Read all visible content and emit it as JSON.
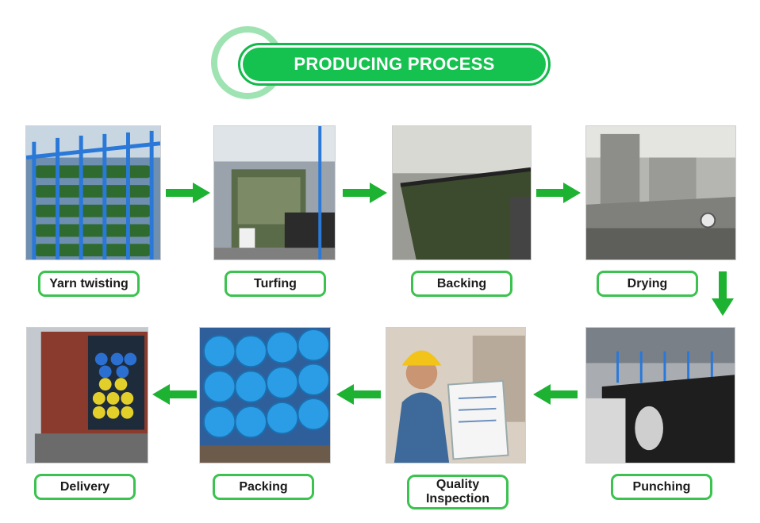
{
  "header": {
    "title": "PRODUCING PROCESS"
  },
  "steps": [
    {
      "label": "Yarn twisting"
    },
    {
      "label": "Turfing"
    },
    {
      "label": "Backing"
    },
    {
      "label": "Drying"
    },
    {
      "label": "Punching"
    },
    {
      "label": "Quality\nInspection"
    },
    {
      "label": "Packing"
    },
    {
      "label": "Delivery"
    }
  ],
  "colors": {
    "accent": "#16c24f",
    "arrow": "#1eb233",
    "label_border": "#3bc24f",
    "ring": "#9fe3b3"
  }
}
